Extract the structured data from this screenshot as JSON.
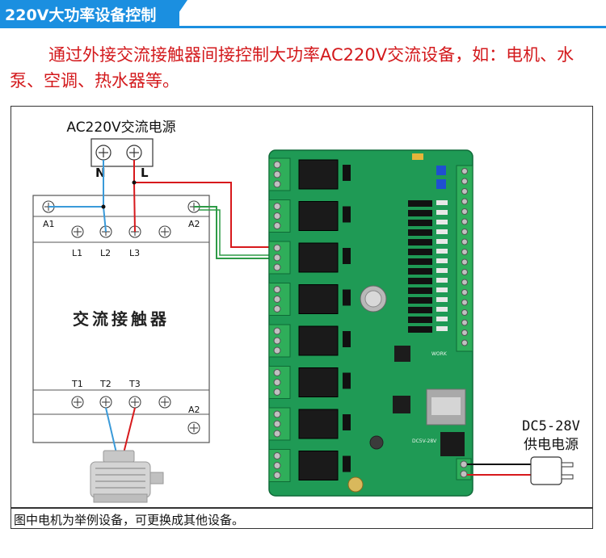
{
  "header": {
    "title": "220V大功率设备控制"
  },
  "intro": "通过外接交流接触器间接控制大功率AC220V交流设备，如：电机、水泵、空调、热水器等。",
  "diagram": {
    "ac_source_label": "AC220V交流电源",
    "neutral_label": "N",
    "live_label": "L",
    "contactor_label": "交流接触器",
    "top_terminals": [
      "A1",
      "L1",
      "L2",
      "L3",
      "A2"
    ],
    "bottom_terminals": [
      "T1",
      "T2",
      "T3",
      "A2"
    ],
    "dc_label_1": "DC5-28V",
    "dc_label_2": "供电电源",
    "board_silk_1": "WORK",
    "board_silk_2": "DC5V-28V"
  },
  "footer_note": "图中电机为举例设备，可更换成其他设备。",
  "colors": {
    "accent": "#1b8fe0",
    "intro_text": "#d3191c",
    "wire_red": "#d7191c",
    "wire_green": "#2e9b47",
    "wire_blue": "#3a9ad9",
    "pcb": "#1f9a55"
  }
}
